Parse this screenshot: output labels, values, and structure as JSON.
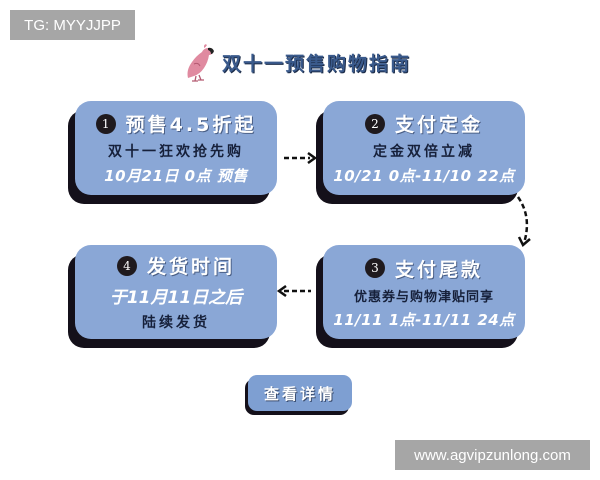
{
  "watermarks": {
    "top_left": "TG: MYYJJPP",
    "bottom_right": "www.agvipzunlong.com"
  },
  "header": {
    "icon": "cockatoo-bird-icon",
    "title": "双十一预售购物指南"
  },
  "steps": [
    {
      "number": "1",
      "title": "预售4.5折起",
      "line1": "双十一狂欢抢先购",
      "line2": "10月21日 0点  预售"
    },
    {
      "number": "2",
      "title": "支付定金",
      "line1": "定金双倍立减",
      "line2": "10/21 0点-11/10 22点"
    },
    {
      "number": "3",
      "title": "支付尾款",
      "line1": "优惠券与购物津贴同享",
      "line2": "11/11 1点-11/11 24点"
    },
    {
      "number": "4",
      "title": "发货时间",
      "line1": "于11月11日之后",
      "line2": "陆续发货"
    }
  ],
  "button": {
    "label": "查看详情"
  },
  "colors": {
    "card_bg": "#8aa7d6",
    "card_shadow": "#14101a",
    "title_text": "#3a5a8c",
    "watermark_bg": "#a6a6a6",
    "button_bg": "#7e9fd2"
  }
}
